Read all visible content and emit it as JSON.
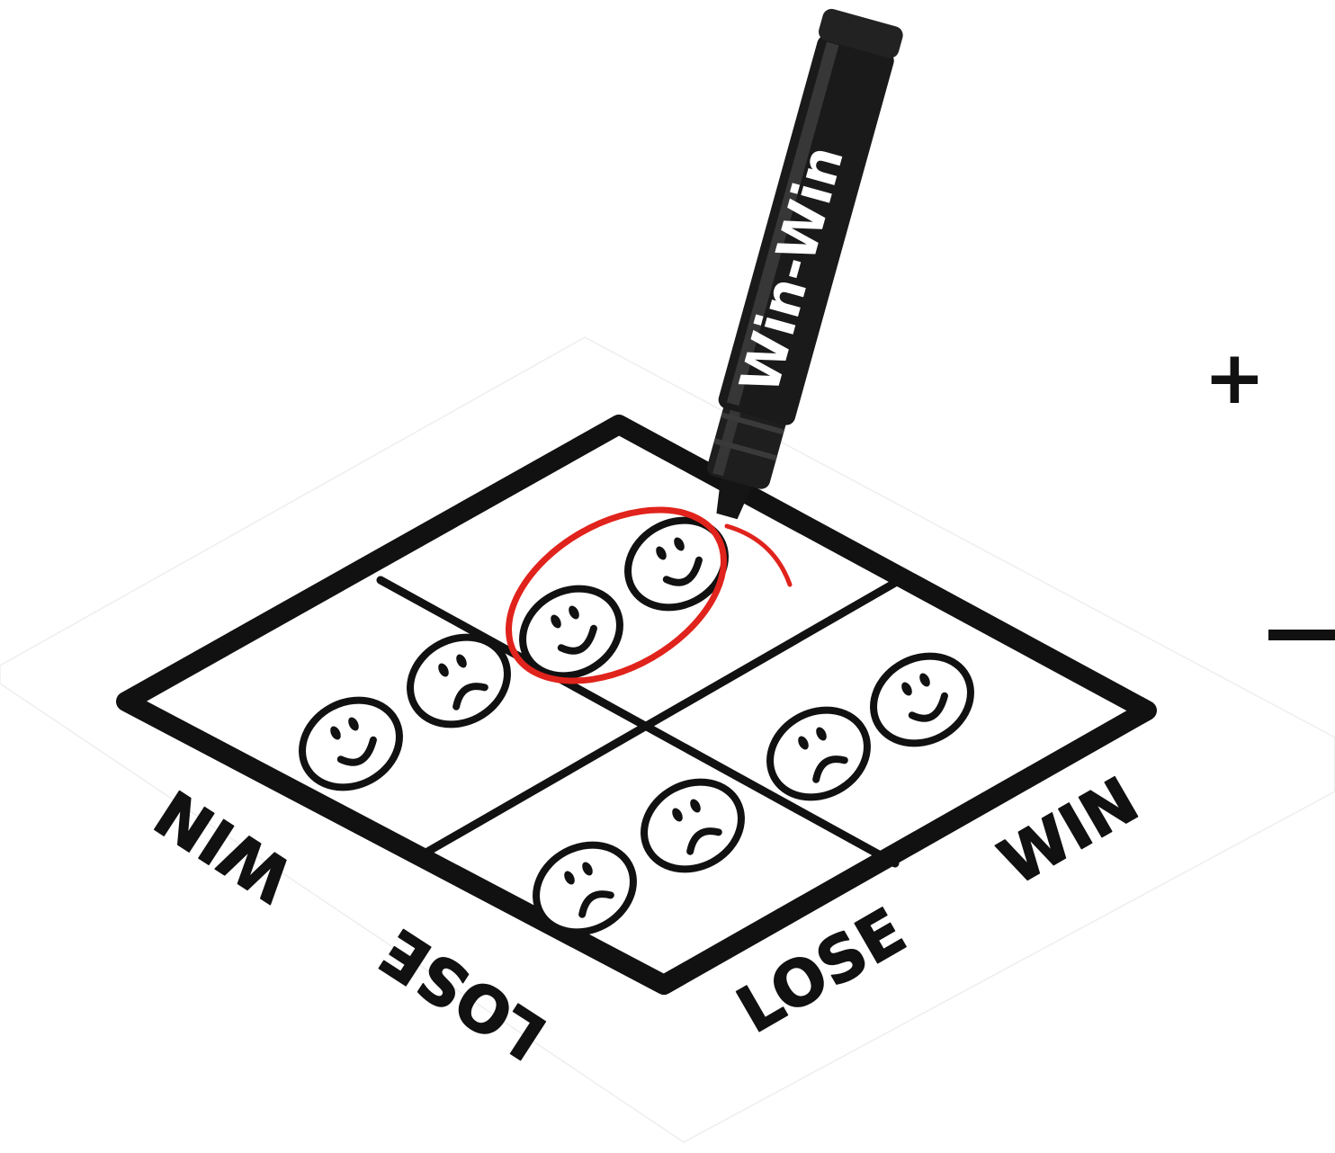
{
  "marker": {
    "label": "Win-Win"
  },
  "axes": {
    "left_upper": "WIN",
    "left_lower": "LOSE",
    "right_lower": "LOSE",
    "right_upper": "WIN"
  },
  "controls": {
    "plus": "+"
  },
  "colors": {
    "ink": "#111111",
    "circle": "#e0231c",
    "marker_body": "#1a1a1a",
    "background": "#ffffff"
  },
  "quadrants": [
    {
      "id": "top",
      "faces": [
        "smile",
        "smile"
      ],
      "highlighted": true
    },
    {
      "id": "left",
      "faces": [
        "smile",
        "frown"
      ],
      "highlighted": false
    },
    {
      "id": "right",
      "faces": [
        "frown",
        "smile"
      ],
      "highlighted": false
    },
    {
      "id": "bottom",
      "faces": [
        "frown",
        "frown"
      ],
      "highlighted": false
    }
  ]
}
